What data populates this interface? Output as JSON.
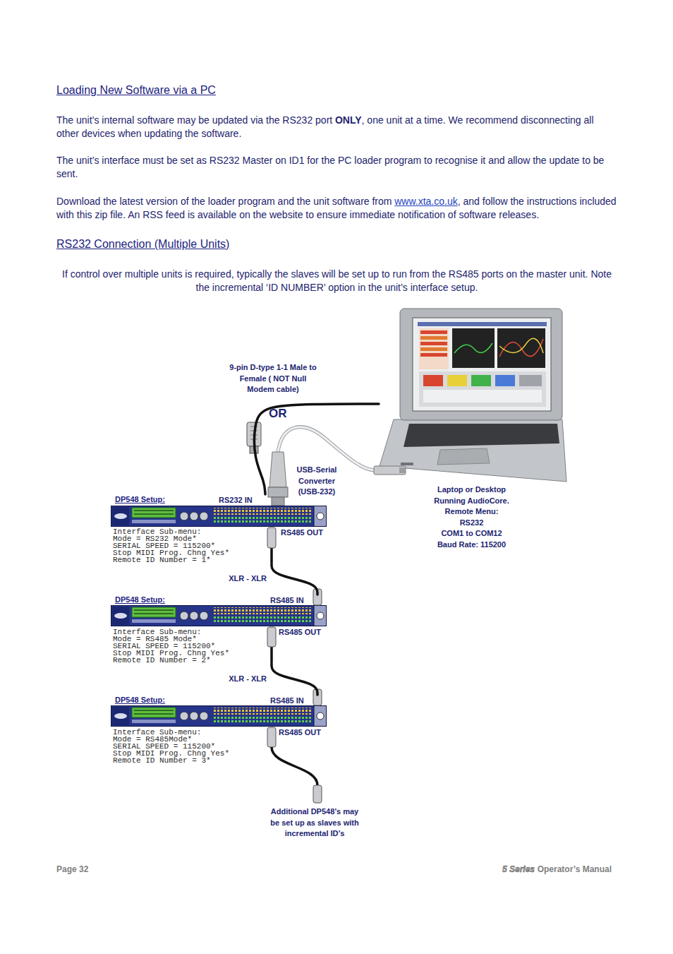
{
  "diagram": {
    "title": "Loading New Software via a PC",
    "nodes": [
      {
        "text": [
          "Laptop or Desktop Running AudioCore.",
          "Remote Menu:",
          "RS232",
          "COM1 to COM12",
          "Baud Rate: 115200"
        ]
      },
      {
        "text": [
          "DP548 Setup:",
          "Interface Sub-menu:",
          "Mode = RS232 Mode*",
          "SERIAL SPEED = 115200*",
          "Stop MIDI Prog. Chng Yes*",
          "Remote ID Number = 1*"
        ]
      },
      {
        "text": [
          "DP548 Setup:",
          "Interface Sub-menu:",
          "Mode = RS485 Mode*",
          "SERIAL SPEED = 115200*",
          "Stop MIDI Prog. Chng Yes*",
          "Remote ID Number = 2*"
        ]
      },
      {
        "text": [
          "DP548 Setup:",
          "Interface Sub-menu:",
          "Mode = RS485Mode*",
          "SERIAL SPEED = 115200*",
          "Stop MIDI Prog. Chng Yes*",
          "Remote ID Number = 3*"
        ]
      }
    ],
    "edges": [
      {
        "from": 0,
        "to": 1,
        "arrow": "none",
        "label": "9-pin D-type 1-1 Male to Female ( NOT Null Modem cable)"
      },
      {
        "from": 1,
        "to": 2,
        "arrow": "none",
        "label": "XLR - XLR"
      },
      {
        "from": 2,
        "to": 3,
        "arrow": "none",
        "label": "XLR - XLR"
      }
    ],
    "labels": [
      "The unit’s internal software may be updated via the RS232 port",
      "ONLY",
      ", one unit at a time. We recommend disconnecting all other devices when updating the software.",
      "The unit’s interface must be set as RS232 Master on ID1 for the PC loader program to recognise it and allow the update to be sent.",
      "Download the latest version of the loader program and the unit software from",
      "www.xta.co.uk",
      ", and follow the instructions included with this zip file. An RSS feed is available on the website to ensure immediate notification of software releases.",
      "RS232 Connection (Multiple Units)",
      "If control over multiple units is required, typically the slaves will be set up to run from the RS485 ports on the master unit. Note the incremental ‘ID NUMBER’ option in the unit’s interface setup.",
      "OR",
      "USB-Serial Converter (USB-232)",
      "RS232 IN",
      "RS485 OUT",
      "RS485 IN",
      "RS485 OUT",
      "RS485 IN",
      "RS485 OUT",
      "Additional DP548’s may be set up as slaves with incremental ID’s",
      "Page 32",
      "5 Series",
      "Operator’s Manual"
    ]
  }
}
